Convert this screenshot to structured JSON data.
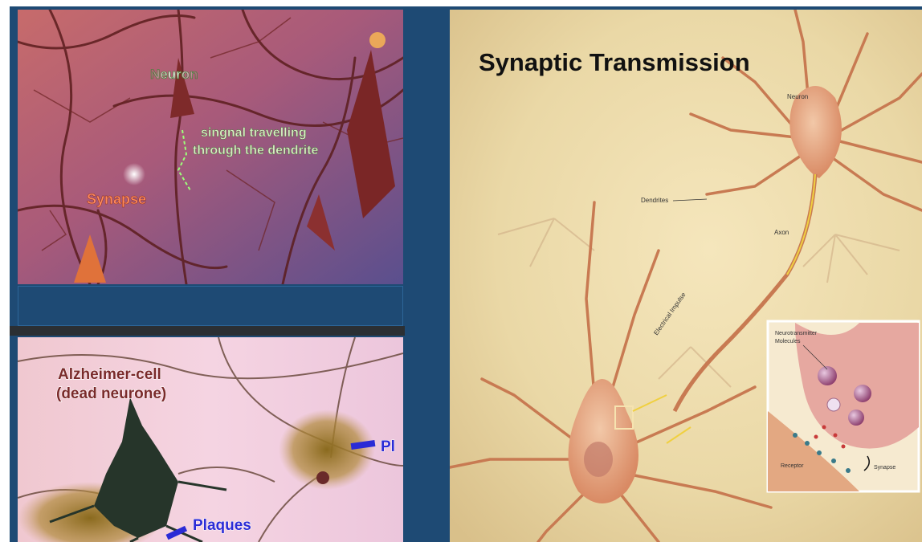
{
  "top_left": {
    "label_neuron": "Neuron",
    "label_signal_1": "singnal travelling",
    "label_signal_2": "through the dendrite",
    "label_synapse": "Synapse"
  },
  "bottom_left": {
    "label_dead_1": "Alzheimer-cell",
    "label_dead_2": "(dead neurone)",
    "label_plaques": "Plaques",
    "label_plaques_cut": "Pl"
  },
  "right": {
    "title": "Synaptic Transmission",
    "label_neuron": "Neuron",
    "label_dendrites": "Dendrites",
    "label_axon": "Axon",
    "label_impulse": "Electrical Impulse",
    "label_nt_1": "Neurotransmitter",
    "label_nt_2": "Molecules",
    "label_receptor": "Receptor",
    "label_synapse": "Synapse"
  },
  "colors": {
    "frame": "#1e4a74",
    "neuron_label": "#7cff6a",
    "synapse_label": "#ff7a50",
    "plaque_arrow": "#2b2bd6"
  }
}
